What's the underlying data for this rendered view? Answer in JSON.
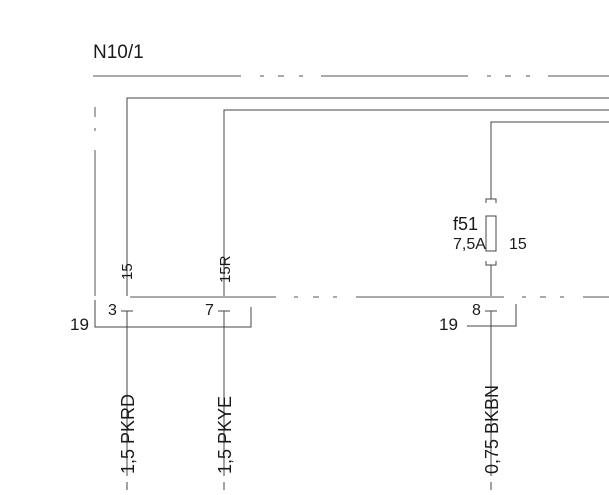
{
  "module": {
    "label": "N10/1"
  },
  "fuse": {
    "name": "f51",
    "rating": "7,5A",
    "circuit": "15"
  },
  "terminals": {
    "t15": "15",
    "t15r": "15R"
  },
  "pins": {
    "p3": "3",
    "p7": "7",
    "p8": "8",
    "g19a": "19",
    "g19b": "19"
  },
  "wires": {
    "w1": "1,5 PKRD",
    "w2": "1,5 PKYE",
    "w3": "0,75 BKBN"
  }
}
